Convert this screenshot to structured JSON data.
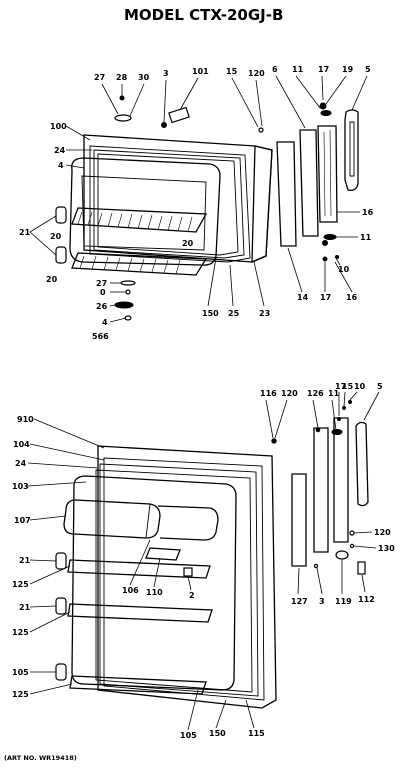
{
  "title": "MODEL CTX-20GJ-B",
  "art_no": "(ART NO. WR19418)",
  "freezer_door": {
    "labels": {
      "p27": "27",
      "p28": "28",
      "p30": "30",
      "p3": "3",
      "p101": "101",
      "p15": "15",
      "p120": "120",
      "p6": "6",
      "p11a": "11",
      "p17a": "17",
      "p19": "19",
      "p5": "5",
      "p100": "100",
      "p24": "24",
      "p4": "4",
      "p21": "21",
      "p20a": "20",
      "p20b": "20",
      "p20c": "20",
      "p16a": "16",
      "p11b": "11",
      "p10": "10",
      "p16b": "16",
      "p17b": "17",
      "p14": "14",
      "p23": "23",
      "p25": "25",
      "p150": "150",
      "p27b": "27",
      "p0": "0",
      "p26": "26",
      "p4b": "4",
      "p566": "566"
    }
  },
  "fresh_food_door": {
    "labels": {
      "p116": "116",
      "p120": "120",
      "p126": "126",
      "p11": "11",
      "p17": "17",
      "p15": "15",
      "p10": "10",
      "p5": "5",
      "p910": "910",
      "p104": "104",
      "p24": "24",
      "p103": "103",
      "p107": "107",
      "p21a": "21",
      "p125a": "125",
      "p21b": "21",
      "p125b": "125",
      "p105a": "105",
      "p125c": "125",
      "p106": "106",
      "p110": "110",
      "p2": "2",
      "p120b": "120",
      "p130": "130",
      "p112": "112",
      "p119": "119",
      "p3": "3",
      "p127": "127",
      "p105b": "105",
      "p150": "150",
      "p115": "115"
    }
  }
}
